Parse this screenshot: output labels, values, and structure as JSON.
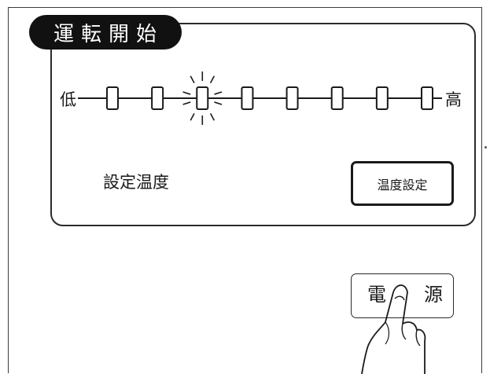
{
  "panel": {
    "title": "運転開始",
    "scale": {
      "low_label": "低",
      "high_label": "高",
      "levels": 8,
      "active_level": 3
    },
    "setting_label": "設定温度",
    "temp_button_label": "温度設定"
  },
  "power_button": {
    "char1": "電",
    "char2": "源"
  },
  "icons": {
    "blink": "blink-rays-icon",
    "hand": "pointing-hand-icon"
  }
}
